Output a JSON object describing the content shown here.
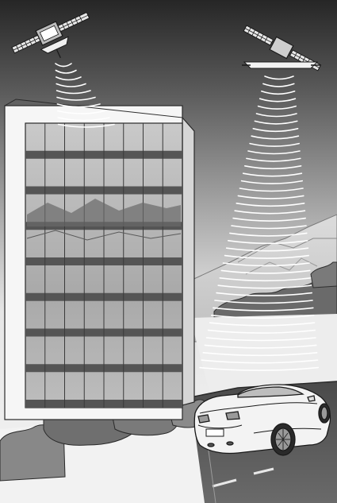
{
  "illustration": {
    "subjects": {
      "satellites": 2,
      "building_window_rows": 8,
      "building_window_columns": 8
    },
    "colors": {
      "sky_top": "#262626",
      "sky_bottom": "#f4f4f4",
      "building_front": "#f6f6f6",
      "window_glass": "#b9b9b9",
      "window_band": "#555555",
      "road": "#5e5e5e",
      "car_body": "#f3f3f3",
      "signal_wave": "#ffffff",
      "shrub": "#6f6f6f"
    }
  }
}
